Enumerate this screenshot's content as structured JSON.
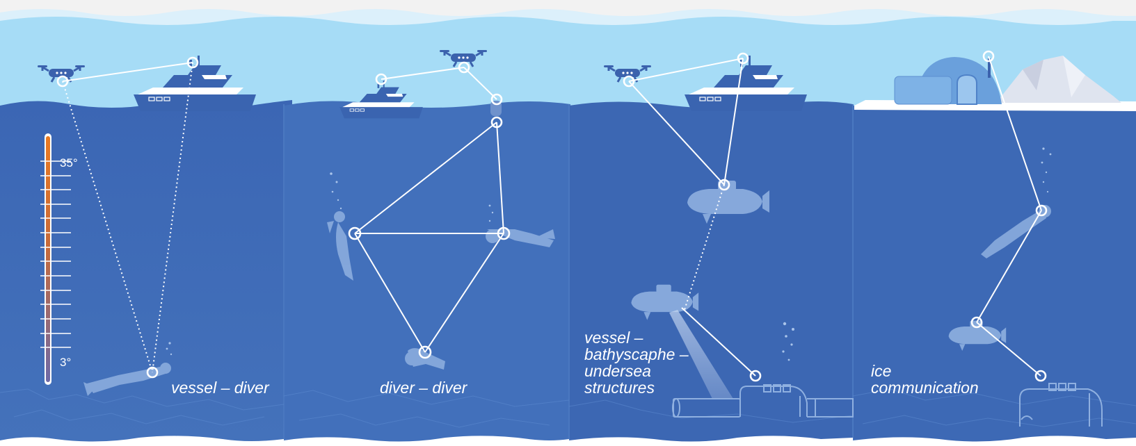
{
  "panels": [
    {
      "id": "vessel-diver",
      "caption_lines": [
        "vessel – diver"
      ]
    },
    {
      "id": "diver-diver",
      "caption_lines": [
        "diver – diver"
      ]
    },
    {
      "id": "vessel-bathyscaphe",
      "caption_lines": [
        "vessel –",
        "bathyscaphe –",
        "undersea",
        "structures"
      ]
    },
    {
      "id": "ice",
      "caption_lines": [
        "ice",
        "communication"
      ]
    }
  ],
  "thermometer": {
    "high_label": "35°",
    "low_label": "3°"
  },
  "colors": {
    "sky": "#a6dcf6",
    "water": "#3f6cb7",
    "water_dark": "#3a66b0",
    "seabed": "#4a78c0",
    "link": "#ffffff",
    "therm_hot": "#ea7a22",
    "therm_cold": "#7a6aa8"
  },
  "icons": [
    "drone-icon",
    "yacht-icon",
    "diver-icon",
    "submarine-icon",
    "bathyscaphe-icon",
    "igloo-icon",
    "iceberg-icon",
    "pipeline-icon",
    "habitat-icon",
    "buoy-icon",
    "antenna-icon"
  ]
}
